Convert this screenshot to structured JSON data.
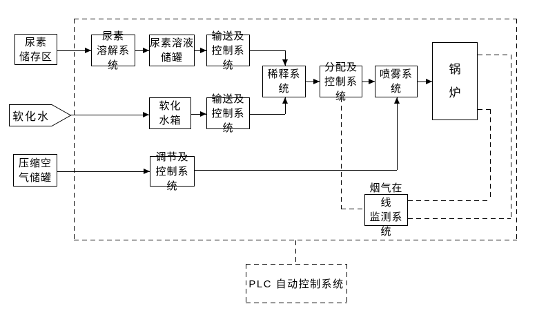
{
  "diagram": {
    "type": "flow-diagram",
    "language": "zh-CN",
    "colors": {
      "line": "#000000",
      "background": "#ffffff",
      "text": "#000000"
    },
    "nodes": {
      "urea_storage": {
        "label": "尿素\n储存区"
      },
      "urea_dissolving": {
        "label": "尿素\n溶解系统"
      },
      "urea_tank": {
        "label": "尿素溶液\n储罐"
      },
      "transport1": {
        "label": "输送及\n控制系统"
      },
      "dilution": {
        "label": "稀释系统"
      },
      "distribution": {
        "label": "分配及\n控制系统"
      },
      "spray": {
        "label": "喷雾系统"
      },
      "boiler": {
        "label": "锅\n炉"
      },
      "softened_water": {
        "label": "软化水"
      },
      "water_tank": {
        "label": "软化\n水箱"
      },
      "transport2": {
        "label": "输送及\n控制系统"
      },
      "compressed_air": {
        "label": "压缩空\n气储罐"
      },
      "regulation": {
        "label": "调节及\n控制系统"
      },
      "flue_monitor": {
        "label": "烟气在线\n监测系统"
      },
      "plc": {
        "label": "PLC 自动控制系统"
      }
    }
  }
}
